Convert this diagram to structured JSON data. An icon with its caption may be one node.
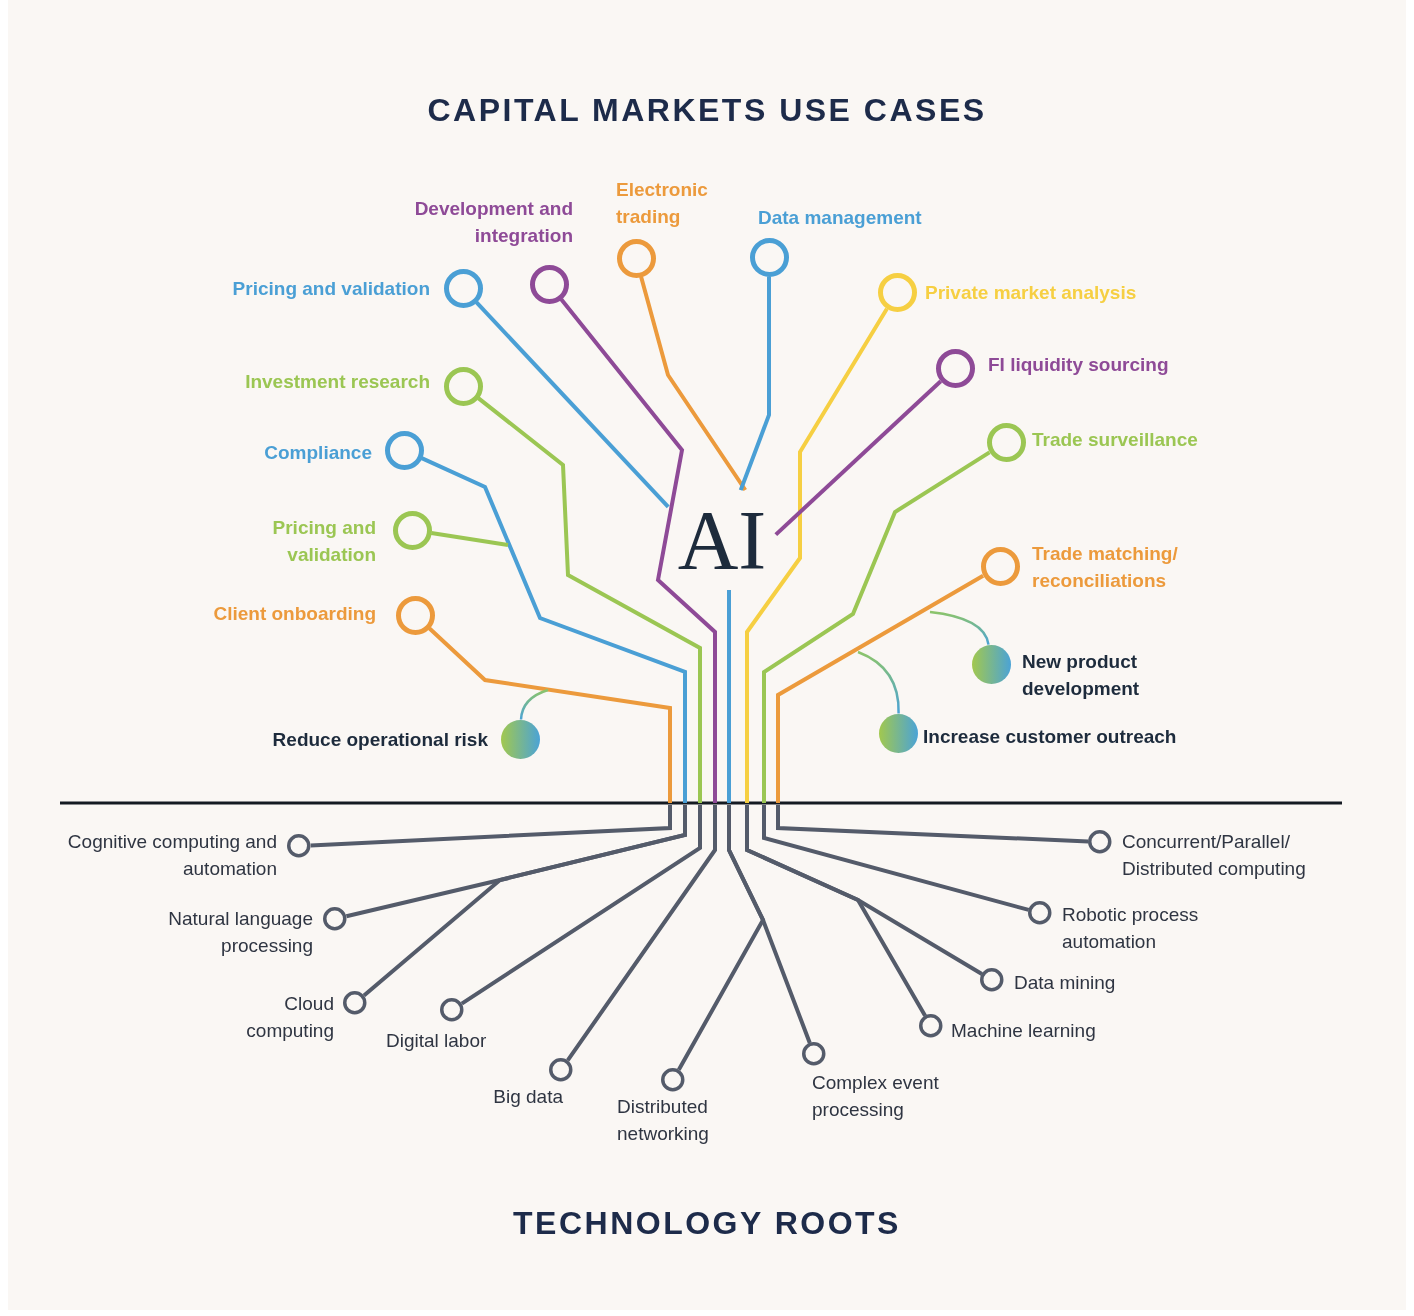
{
  "diagram": {
    "title": "CAPITAL MARKETS USE CASES",
    "nodes": [
      {
        "text": [
          "AI"
        ]
      },
      {
        "text": [],
        "shape": "circle",
        "beside": [
          "Electronic trading"
        ]
      },
      {
        "text": [],
        "shape": "circle",
        "beside": [
          "Development and integration"
        ]
      },
      {
        "text": [],
        "shape": "circle",
        "beside": [
          "Data management"
        ]
      },
      {
        "text": [],
        "shape": "circle",
        "beside": [
          "Pricing and validation"
        ]
      },
      {
        "text": [],
        "shape": "circle",
        "beside": [
          "Private market analysis"
        ]
      },
      {
        "text": [],
        "shape": "circle",
        "beside": [
          "FI liquidity sourcing"
        ]
      },
      {
        "text": [],
        "shape": "circle",
        "beside": [
          "Investment research"
        ]
      },
      {
        "text": [],
        "shape": "circle",
        "beside": [
          "Trade surveillance"
        ]
      },
      {
        "text": [],
        "shape": "circle",
        "beside": [
          "Compliance"
        ]
      },
      {
        "text": [],
        "shape": "circle",
        "beside": [
          "Pricing and validation"
        ]
      },
      {
        "text": [],
        "shape": "circle",
        "beside": [
          "Trade matching/ reconciliations"
        ]
      },
      {
        "text": [],
        "shape": "circle",
        "beside": [
          "Client onboarding"
        ]
      },
      {
        "text": [],
        "shape": "dot",
        "beside": [
          "New product development"
        ]
      },
      {
        "text": [],
        "shape": "dot",
        "beside": [
          "Increase customer outreach"
        ]
      },
      {
        "text": [],
        "shape": "dot",
        "beside": [
          "Reduce operational risk"
        ]
      },
      {
        "text": [],
        "shape": "circle",
        "beside": [
          "Cognitive computing and automation"
        ]
      },
      {
        "text": [],
        "shape": "circle",
        "beside": [
          "Concurrent/Parallel/ Distributed computing"
        ]
      },
      {
        "text": [],
        "shape": "circle",
        "beside": [
          "Natural language processing"
        ]
      },
      {
        "text": [],
        "shape": "circle",
        "beside": [
          "Robotic process automation"
        ]
      },
      {
        "text": [],
        "shape": "circle",
        "beside": [
          "Data mining"
        ]
      },
      {
        "text": [],
        "shape": "circle",
        "beside": [
          "Cloud computing"
        ]
      },
      {
        "text": [],
        "shape": "circle",
        "beside": [
          "Digital labor"
        ]
      },
      {
        "text": [],
        "shape": "circle",
        "beside": [
          "Machine learning"
        ]
      },
      {
        "text": [],
        "shape": "circle",
        "beside": [
          "Big data"
        ]
      },
      {
        "text": [],
        "shape": "circle",
        "beside": [
          "Complex event processing"
        ]
      },
      {
        "text": [],
        "shape": "circle",
        "beside": [
          "Distributed networking"
        ]
      }
    ],
    "edges": [
      {
        "from": 1,
        "to": 0,
        "arrow": "none",
        "color": "#ec9a3c"
      },
      {
        "from": 2,
        "to": null,
        "arrow": "none",
        "color": "#8e4a97"
      },
      {
        "from": 3,
        "to": 0,
        "arrow": "none",
        "color": "#4a9fd5"
      },
      {
        "from": 4,
        "to": 0,
        "arrow": "none",
        "color": "#4a9fd5"
      },
      {
        "from": 5,
        "to": null,
        "arrow": "none",
        "color": "#f6cf42"
      },
      {
        "from": 6,
        "to": 0,
        "arrow": "none",
        "color": "#8e4a97"
      },
      {
        "from": 7,
        "to": null,
        "arrow": "none",
        "color": "#9bc653"
      },
      {
        "from": 8,
        "to": null,
        "arrow": "none",
        "color": "#9bc653"
      },
      {
        "from": 9,
        "to": null,
        "arrow": "none",
        "color": "#4a9fd5"
      },
      {
        "from": 10,
        "to": null,
        "arrow": "none",
        "color": "#9bc653"
      },
      {
        "from": 11,
        "to": null,
        "arrow": "none",
        "color": "#ec9a3c"
      },
      {
        "from": 12,
        "to": null,
        "arrow": "none",
        "color": "#ec9a3c"
      },
      {
        "from": 0,
        "to": null,
        "arrow": "none",
        "color": "#4a9fd5"
      },
      {
        "from": 13,
        "to": null,
        "arrow": "none"
      },
      {
        "from": 14,
        "to": null,
        "arrow": "none"
      },
      {
        "from": 15,
        "to": null,
        "arrow": "none"
      },
      {
        "from": 16,
        "to": null,
        "arrow": "none"
      },
      {
        "from": 17,
        "to": null,
        "arrow": "none"
      },
      {
        "from": 18,
        "to": null,
        "arrow": "none"
      },
      {
        "from": 19,
        "to": null,
        "arrow": "none"
      },
      {
        "from": 20,
        "to": null,
        "arrow": "none"
      },
      {
        "from": 21,
        "to": null,
        "arrow": "none"
      },
      {
        "from": 22,
        "to": null,
        "arrow": "none"
      },
      {
        "from": 23,
        "to": null,
        "arrow": "none"
      },
      {
        "from": 24,
        "to": null,
        "arrow": "none"
      },
      {
        "from": 25,
        "to": null,
        "arrow": "none"
      },
      {
        "from": 26,
        "to": null,
        "arrow": "none"
      }
    ],
    "labels": [
      "TECHNOLOGY ROOTS"
    ]
  }
}
